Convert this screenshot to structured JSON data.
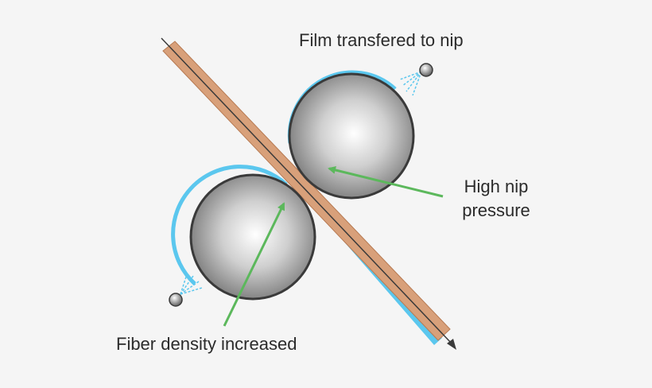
{
  "labels": {
    "film_transferred": "Film transfered to nip",
    "nip_pressure_line1": "High nip",
    "nip_pressure_line2": "pressure",
    "fiber_density": "Fiber density increased"
  },
  "colors": {
    "background": "#f5f5f5",
    "web": "#d8a07a",
    "film": "#5bc7ee",
    "roll_outline": "#3a3a3a",
    "pointer_arrow": "#5cb85c",
    "centerline": "#3a3a3a"
  },
  "icons": {
    "spray_nozzle": "sprayer-icon",
    "arrow": "arrow-icon"
  }
}
